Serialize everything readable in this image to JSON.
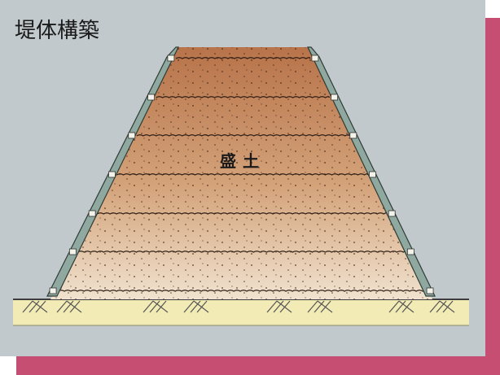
{
  "title": "堤体構築",
  "embankment_label": "盛土",
  "colors": {
    "background_panel": "#c1c9cc",
    "shadow_frame": "#c64e72",
    "ground": "#f2ebb5",
    "soil_top": "#b8734a",
    "soil_bottom": "#ecdac4",
    "facing": "#8fa8a0"
  },
  "layers": 7
}
